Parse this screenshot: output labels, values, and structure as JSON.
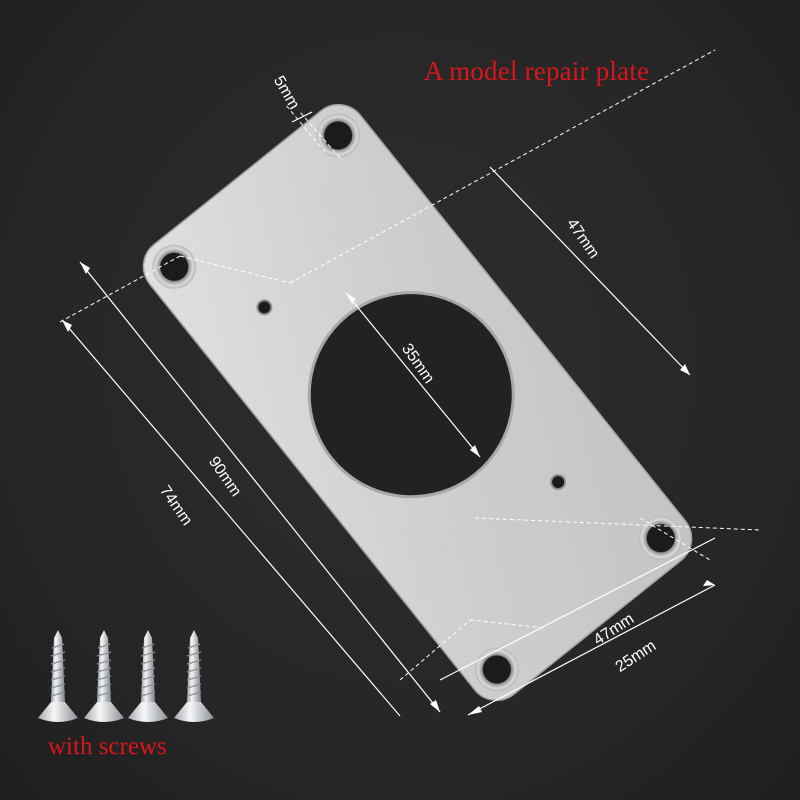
{
  "title": "A model repair plate",
  "caption": "with screws",
  "colors": {
    "background": "#2a2929",
    "plate": "#d2d3d5",
    "label_red": "#d8161b",
    "dimension_lines": "#ffffff"
  },
  "dimensions": {
    "edge_to_hole": "5mm",
    "hole_spacing_right": "47mm",
    "big_hole_diameter": "35mm",
    "inner_length": "90mm",
    "outer_length": "74mm",
    "width_bottom_holes": "47mm",
    "width_bottom_offset": "25mm"
  },
  "screws": {
    "count": 4,
    "type": "countersunk-self-tapping-screw"
  }
}
